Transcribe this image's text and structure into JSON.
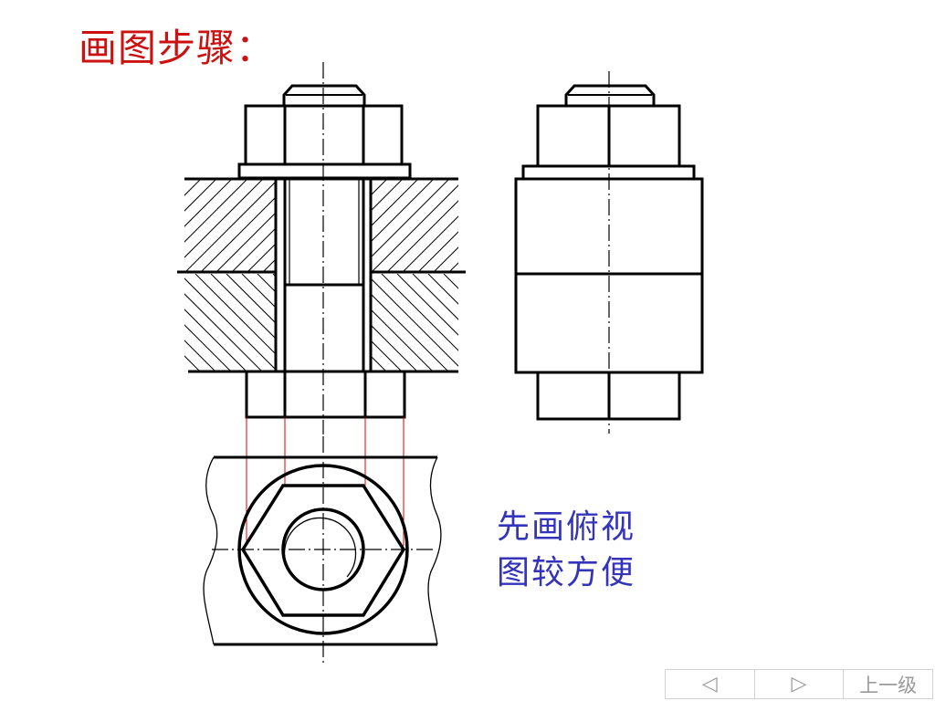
{
  "title": "画图步骤：",
  "note": {
    "line1": "先画俯视",
    "line2": "图较方便"
  },
  "nav": {
    "prev": "◁",
    "next": "▷",
    "up": "上一级"
  },
  "colors": {
    "title": "#cc1111",
    "note": "#3333bb",
    "projection": "#dd0000",
    "line": "#000000"
  },
  "icons": {
    "prev": "triangle-left-icon",
    "next": "triangle-right-icon"
  }
}
